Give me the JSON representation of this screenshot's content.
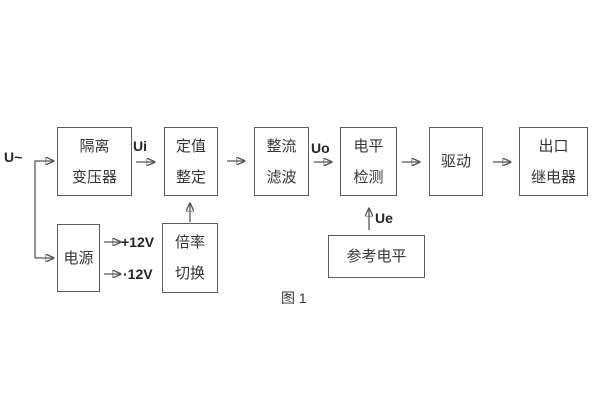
{
  "figure": {
    "caption": "图 1",
    "blocks": {
      "isolation_transformer": "隔离\n变压器",
      "value_setting": "定值\n整定",
      "rectifier_filter": "整流\n滤波",
      "level_detector": "电平\n检测",
      "driver": "驱动",
      "output_relay": "出口\n继电器",
      "power_supply": "电源",
      "ratio_switch": "倍率\n切换",
      "reference_level": "参考电平"
    },
    "signals": {
      "input": "U~",
      "after_transformer": "Ui",
      "after_filter": "Uo",
      "reference": "Ue",
      "rail_positive": "+12V",
      "rail_negative": "·12V"
    },
    "colors": {
      "wire": "#565656",
      "box_border": "#5c5c5c",
      "box_text": "#363636",
      "label_text": "#23232b",
      "background": "#ffffff"
    }
  }
}
